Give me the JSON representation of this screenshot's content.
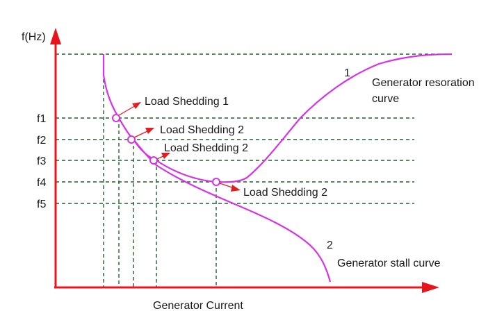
{
  "diagram": {
    "y_axis_label": "f(Hz)",
    "x_axis_label": "Generator Current",
    "frequency_levels": [
      "f1",
      "f2",
      "f3",
      "f4",
      "f5"
    ],
    "curves": [
      {
        "number": "1",
        "name_line1": "Generator resoration",
        "name_line2": "curve"
      },
      {
        "number": "2",
        "name_line1": "Generator stall curve",
        "name_line2": ""
      }
    ],
    "shedding_points": [
      {
        "label": "Load Shedding 1"
      },
      {
        "label": "Load Shedding 2"
      },
      {
        "label": "Load Shedding 2"
      },
      {
        "label": "Load Shedding 2"
      }
    ],
    "colors": {
      "axis": "#e8141b",
      "grid": "#1f5f2f",
      "curve": "#d633e6",
      "annotation_arrow": "#e02020"
    }
  }
}
